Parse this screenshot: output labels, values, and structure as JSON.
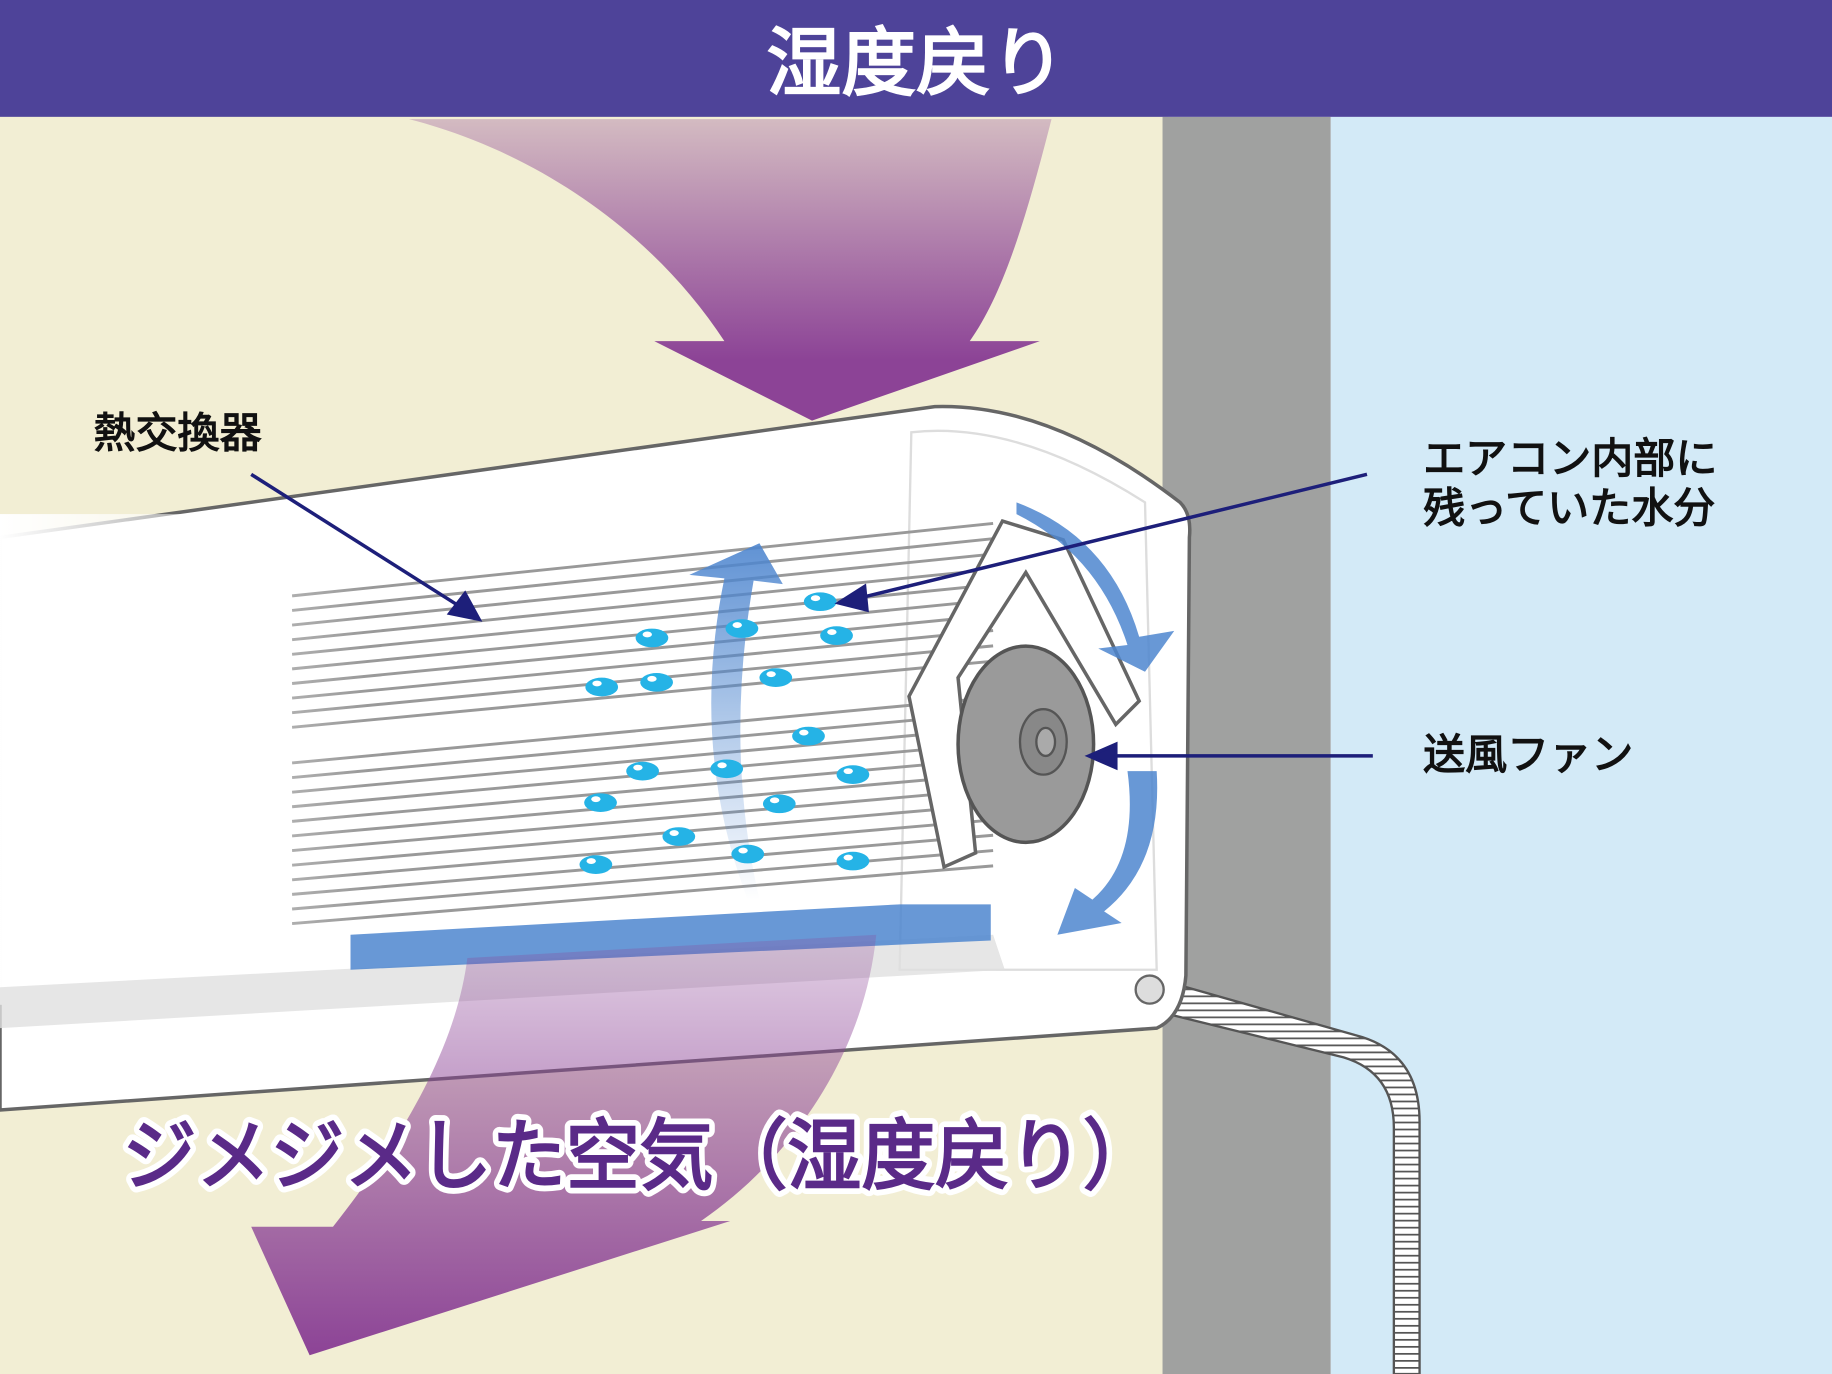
{
  "header": {
    "title": "湿度戻り"
  },
  "labels": {
    "heat_exchanger": "熱交換器",
    "moisture_line1": "エアコン内部に",
    "moisture_line2": "残っていた水分",
    "fan": "送風ファン"
  },
  "caption": "ジメジメした空気（湿度戻り）",
  "colors": {
    "header_bg": "#4e4399",
    "room_bg": "#f2eed4",
    "wall": "#a0a1a0",
    "outside": "#d3eaf7",
    "air_arrow": "#8c4396",
    "water_drop": "#25b3e6",
    "flow_arrow": "#4e86cf",
    "pointer": "#1d1f7a"
  }
}
